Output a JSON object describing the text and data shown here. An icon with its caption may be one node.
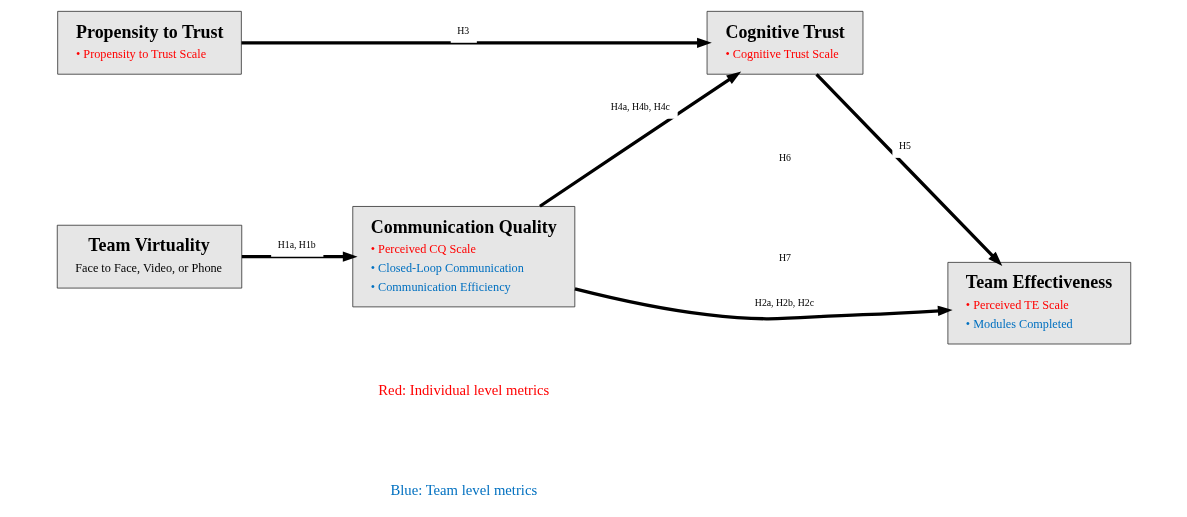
{
  "diagram": {
    "nodes": [
      {
        "text": [
          "Propensity to Trust",
          "• Propensity to Trust Scale"
        ]
      },
      {
        "text": [
          "Cognitive Trust",
          "• Cognitive Trust Scale"
        ]
      },
      {
        "text": [
          "Team Virtuality",
          "Face to Face, Video, or Phone"
        ]
      },
      {
        "text": [
          "Communication Quality",
          "• Perceived CQ Scale",
          "• Closed-Loop Communication",
          "• Communication Efficiency"
        ]
      },
      {
        "text": [
          "Team Effectiveness",
          "• Perceived TE Scale",
          "• Modules Completed"
        ]
      }
    ],
    "edges": [
      {
        "from": 0,
        "to": 1,
        "arrow": "to",
        "label": "H3"
      },
      {
        "from": 3,
        "to": 1,
        "arrow": "to",
        "label": "H4a, H4b, H4c"
      },
      {
        "from": 1,
        "to": 4,
        "arrow": "to",
        "label": "H5"
      },
      {
        "from": 2,
        "to": 3,
        "arrow": "to",
        "label": "H1a, H1b"
      },
      {
        "from": 3,
        "to": 4,
        "arrow": "to",
        "label": "H2a, H2b, H2c"
      }
    ],
    "labels": [
      "H6",
      "H7"
    ],
    "legend": [
      {
        "text": "Red: Individual level metrics",
        "color": "#ff0000"
      },
      {
        "text": "Blue: Team level metrics",
        "color": "#0070c0"
      }
    ]
  }
}
